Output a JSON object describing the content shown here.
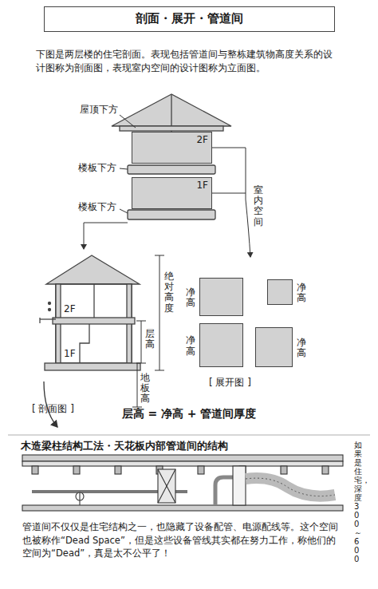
{
  "diagram": {
    "title": "剖面・展开・管道间",
    "nodes": [
      {
        "text": [
          "2F"
        ]
      },
      {
        "text": [
          "1F"
        ]
      },
      {
        "text": [
          "净高"
        ]
      },
      {
        "text": [
          "净高"
        ]
      },
      {
        "text": [
          "净高"
        ]
      },
      {
        "text": [
          "净高"
        ]
      }
    ],
    "labels": [
      "下图是两层楼的住宅剖面。表现包括管道间与整栋建筑物高度关系的设计图称为剖面图，表现室内空间的设计图称为立面图。",
      "屋顶下方",
      "楼板下方",
      "楼板下方",
      "室内空间",
      "2F",
      "1F",
      "绝对高度",
      "层高",
      "地板高",
      "[ 剖面图 ]",
      "[ 展开图 ]",
      "层高 = 净高 + 管道间厚度",
      "木造梁柱结构工法・天花板内部管道间的结构",
      "如果是住宅，深度 300～600",
      "管道间不仅仅是住宅结构之一，也隐藏了设备配管、电源配线等。这个空间也被称作“Dead Space”，但是这些设备管线其实都在努力工作，称他们的空间为“Dead”，真是太不公平了！"
    ]
  }
}
